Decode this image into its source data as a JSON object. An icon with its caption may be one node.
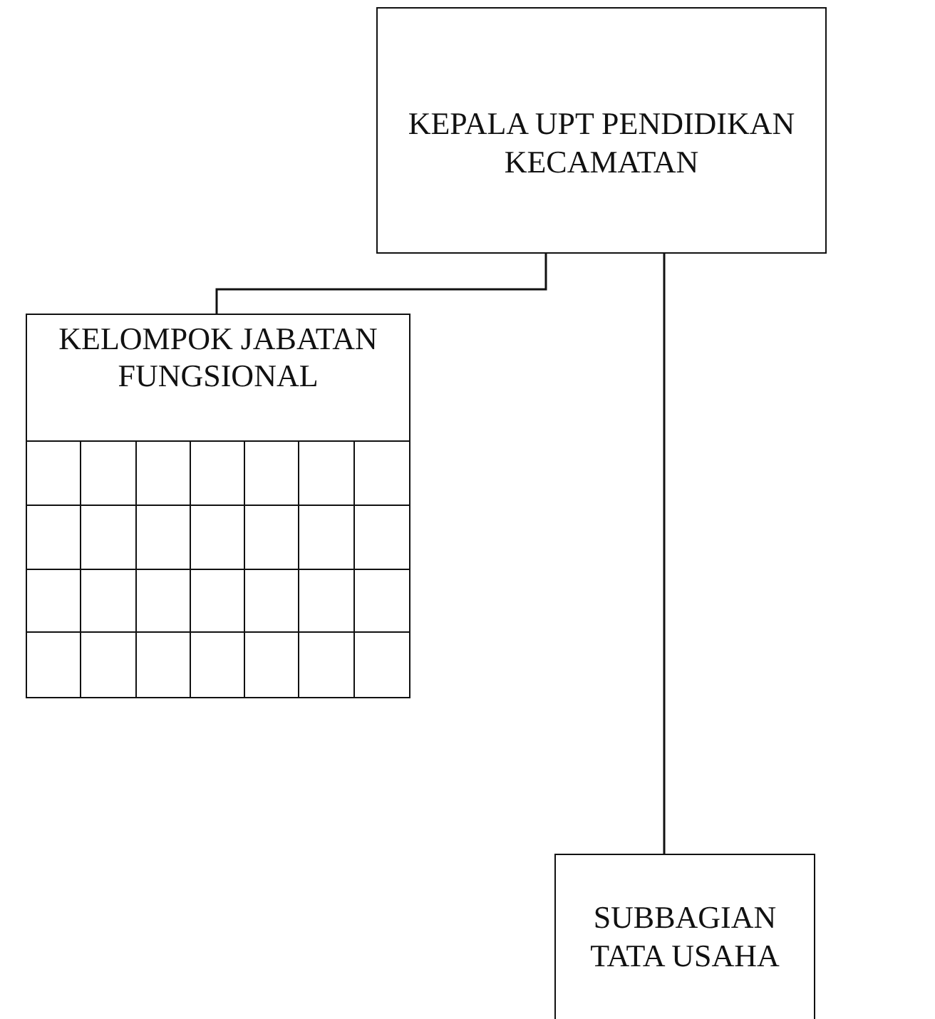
{
  "diagram": {
    "nodes": [
      {
        "text": [
          "KEPALA UPT PENDIDIKAN KECAMATAN"
        ]
      },
      {
        "text": [
          "KELOMPOK JABATAN FUNGSIONAL"
        ]
      },
      {
        "text": [
          "SUBBAGIAN TATA USAHA"
        ]
      }
    ],
    "edges": [
      {
        "from": 0,
        "to": 1,
        "arrow": "none"
      },
      {
        "from": 0,
        "to": 2,
        "arrow": "none"
      }
    ]
  }
}
